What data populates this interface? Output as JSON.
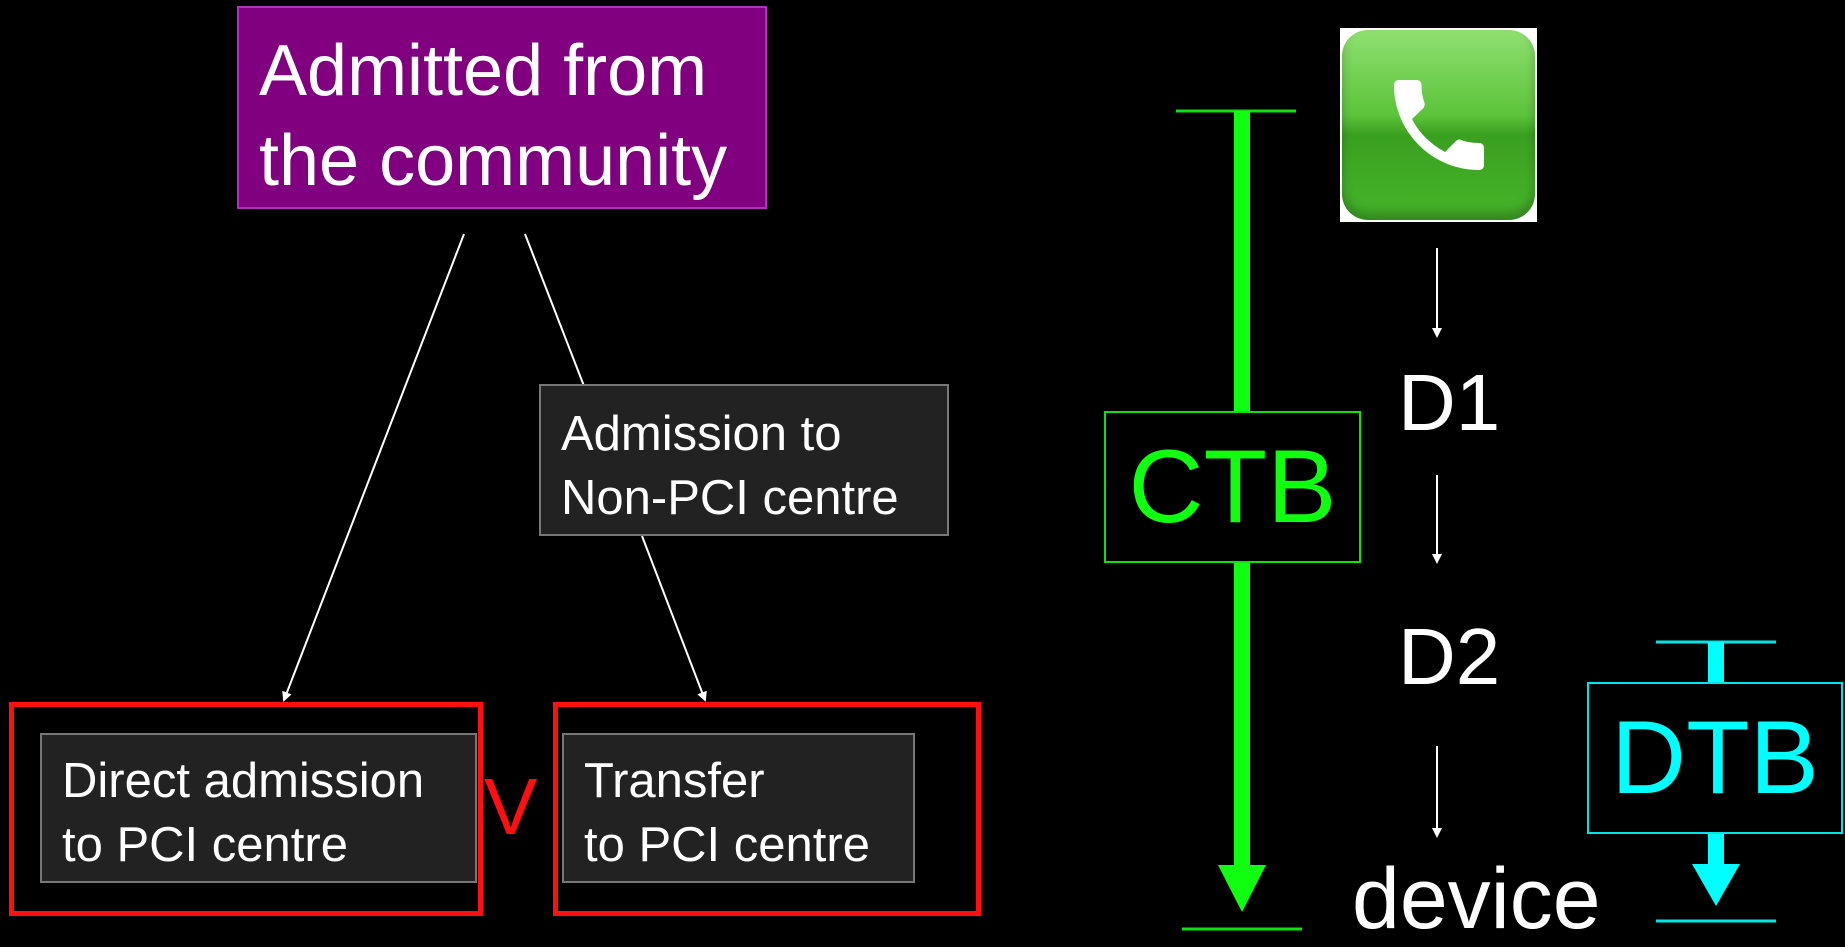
{
  "left_diagram": {
    "top_box": "Admitted from\nthe community",
    "middle_box": "Admission to\nNon-PCI centre",
    "bottom_left_box": "Direct admission\nto PCI centre",
    "bottom_right_box": "Transfer\nto PCI centre",
    "comparison_mark": "V"
  },
  "right_diagram": {
    "icon": "phone-icon",
    "steps": {
      "d1": "D1",
      "d2": "D2",
      "device": "device"
    },
    "ctb_label": "CTB",
    "dtb_label": "DTB"
  },
  "colors": {
    "purple": "#800080",
    "red": "#ff1010",
    "green": "#10ff10",
    "cyan": "#00ffff",
    "dark_box": "#222222"
  }
}
